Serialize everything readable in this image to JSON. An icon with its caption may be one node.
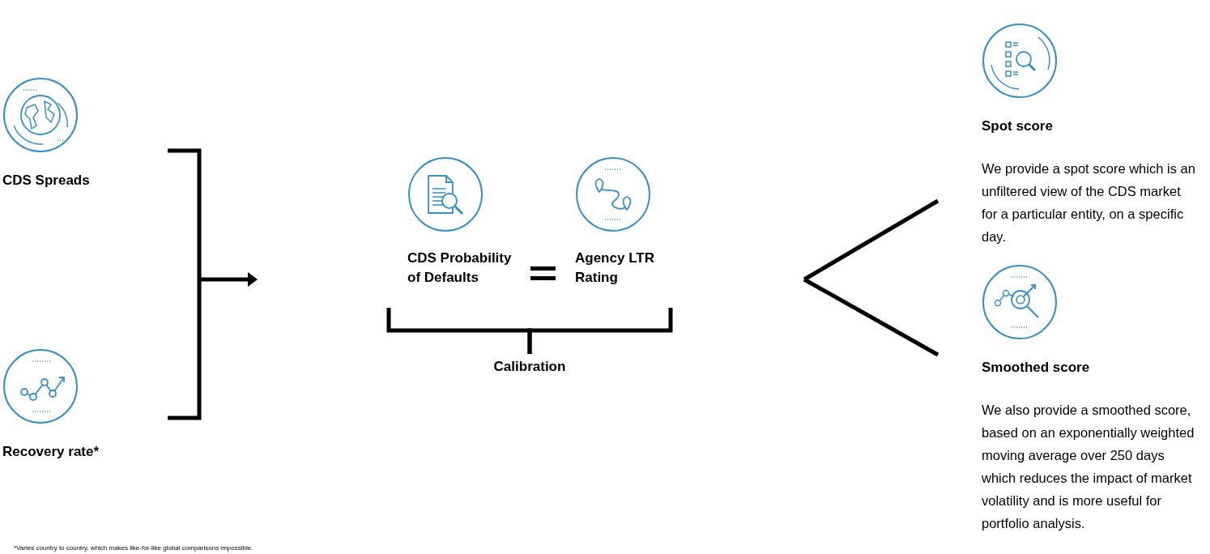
{
  "diagram": {
    "nodes": [
      {
        "text": [
          "CDS Spreads"
        ]
      },
      {
        "text": [
          "Recovery rate*"
        ]
      },
      {
        "text": [
          "CDS Probability of Defaults"
        ]
      },
      {
        "text": [
          "Agency LTR Rating"
        ]
      },
      {
        "text": [
          "Calibration"
        ]
      },
      {
        "text": [
          "Spot score",
          "We provide a spot score which is an unfiltered view of the CDS market for a particular entity, on a specific day."
        ]
      },
      {
        "text": [
          "Smoothed score",
          "We also provide a smoothed score, based on an exponentially weighted moving average over 250 days which reduces the impact of market volatility and is more useful for portfolio analysis."
        ]
      }
    ],
    "edges": [
      {
        "from": 2,
        "to": 4,
        "arrow": "none"
      },
      {
        "from": 3,
        "to": 4,
        "arrow": "none"
      },
      {
        "from": null,
        "to": 5,
        "arrow": "none"
      },
      {
        "from": null,
        "to": 6,
        "arrow": "none"
      }
    ],
    "labels": [
      "*Varies country to country, which makes like-for-like global comparisons impossible."
    ]
  }
}
